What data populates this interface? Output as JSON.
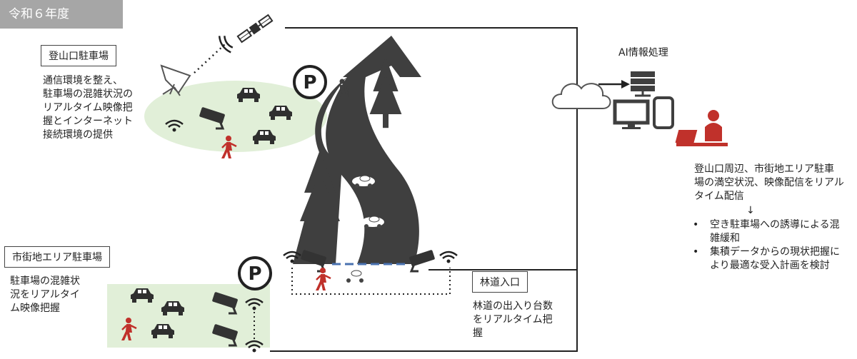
{
  "header": {
    "year": "令和６年度"
  },
  "trailhead_lot": {
    "label": "登山口駐車場",
    "description": "通信環境を整え、\n駐車場の混雑状況の\nリアルタイム映像把\n握とインターネット\n接続環境の提供"
  },
  "city_lot": {
    "label": "市街地エリア駐車場",
    "description": "駐車場の混雑状\n況をリアルタイ\nム映像把握"
  },
  "forest_road": {
    "label": "林道入口",
    "description": "林道の出入り台数\nをリアルタイム把\n握"
  },
  "ai": {
    "label": "AI情報処理",
    "output": "登山口周辺、市街地エリア駐車\n場の満空状況、映像配信をリアル\nタイム配信",
    "arrow": "↓",
    "effects": [
      "空き駐車場への誘導による混\n雑緩和",
      "集積データからの現状把握に\nより最適な受入計画を検討"
    ]
  },
  "parking_sign": "P",
  "colors": {
    "person": "#c0312b",
    "road": "#3f3f3f",
    "lot_bg": "#e1efd8",
    "dashed": "#4a72b0"
  }
}
